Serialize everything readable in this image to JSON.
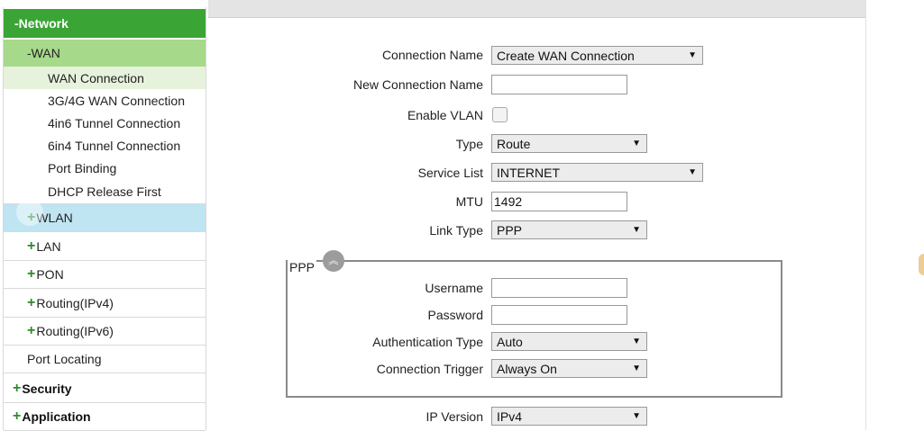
{
  "sidebar": {
    "network": "-Network",
    "wan": "-WAN",
    "wan_items": [
      "WAN Connection",
      "3G/4G WAN Connection",
      "4in6 Tunnel Connection",
      "6in4 Tunnel Connection",
      "Port Binding",
      "DHCP Release First"
    ],
    "groups": [
      "WLAN",
      "LAN",
      "PON",
      "Routing(IPv4)",
      "Routing(IPv6)"
    ],
    "port_locating": "Port Locating",
    "top_items": [
      "Security",
      "Application"
    ],
    "plus_symbol": "+"
  },
  "form": {
    "connection_name": {
      "label": "Connection Name",
      "value": "Create WAN Connection"
    },
    "new_connection_name": {
      "label": "New Connection Name",
      "value": ""
    },
    "enable_vlan": {
      "label": "Enable VLAN",
      "checked": false
    },
    "type": {
      "label": "Type",
      "value": "Route"
    },
    "service_list": {
      "label": "Service List",
      "value": "INTERNET"
    },
    "mtu": {
      "label": "MTU",
      "value": "1492"
    },
    "link_type": {
      "label": "Link Type",
      "value": "PPP"
    },
    "ppp": {
      "legend": "PPP",
      "username": {
        "label": "Username",
        "value": ""
      },
      "password": {
        "label": "Password",
        "value": ""
      },
      "auth_type": {
        "label": "Authentication Type",
        "value": "Auto"
      },
      "conn_trigger": {
        "label": "Connection Trigger",
        "value": "Always On"
      }
    },
    "ip_version": {
      "label": "IP Version",
      "value": "IPv4"
    }
  },
  "icons": {
    "dropdown": "▼",
    "collapse": "︽"
  },
  "colors": {
    "network_header": "#3aa535",
    "wan_header": "#a6d98a",
    "active_item": "#e6f2dc",
    "active_group": "#bfe4f2",
    "plus": "#2f8a2a"
  }
}
